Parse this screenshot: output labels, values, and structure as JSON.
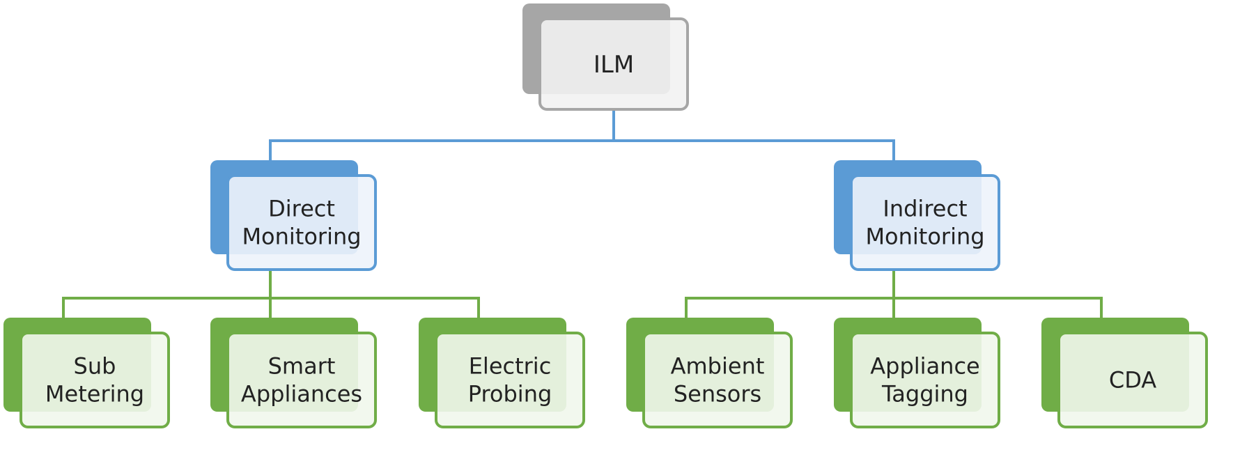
{
  "colors": {
    "root_accent": "#A6A6A6",
    "root_fill": "#F2F2F2",
    "blue_accent": "#5B9BD5",
    "blue_fill": "#EDF3FB",
    "green_accent": "#70AD47",
    "green_fill": "#F1F7EC",
    "text": "#222222",
    "background": "#FFFFFF"
  },
  "diagram": {
    "root": {
      "lines": [
        "ILM"
      ]
    },
    "categories": [
      {
        "lines": [
          "Direct",
          "Monitoring"
        ],
        "children": [
          {
            "lines": [
              "Sub",
              "Metering"
            ]
          },
          {
            "lines": [
              "Smart",
              "Appliances"
            ]
          },
          {
            "lines": [
              "Electric",
              "Probing"
            ]
          }
        ]
      },
      {
        "lines": [
          "Indirect",
          "Monitoring"
        ],
        "children": [
          {
            "lines": [
              "Ambient",
              "Sensors"
            ]
          },
          {
            "lines": [
              "Appliance",
              "Tagging"
            ]
          },
          {
            "lines": [
              "CDA"
            ]
          }
        ]
      }
    ]
  }
}
